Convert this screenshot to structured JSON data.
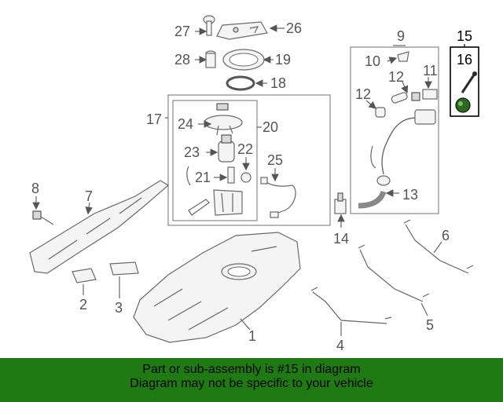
{
  "callouts": [
    "1",
    "2",
    "3",
    "4",
    "5",
    "6",
    "7",
    "8",
    "9",
    "10",
    "11",
    "12",
    "12",
    "13",
    "14",
    "15",
    "16",
    "17",
    "18",
    "19",
    "20",
    "21",
    "22",
    "23",
    "24",
    "25",
    "26",
    "27",
    "28"
  ],
  "banner": {
    "line1": "Part or sub-assembly is #15 in diagram",
    "line2": "Diagram may not be specific to your vehicle"
  },
  "colors": {
    "banner": "#1f7a14",
    "highlight_part": "#2b6a1e"
  }
}
